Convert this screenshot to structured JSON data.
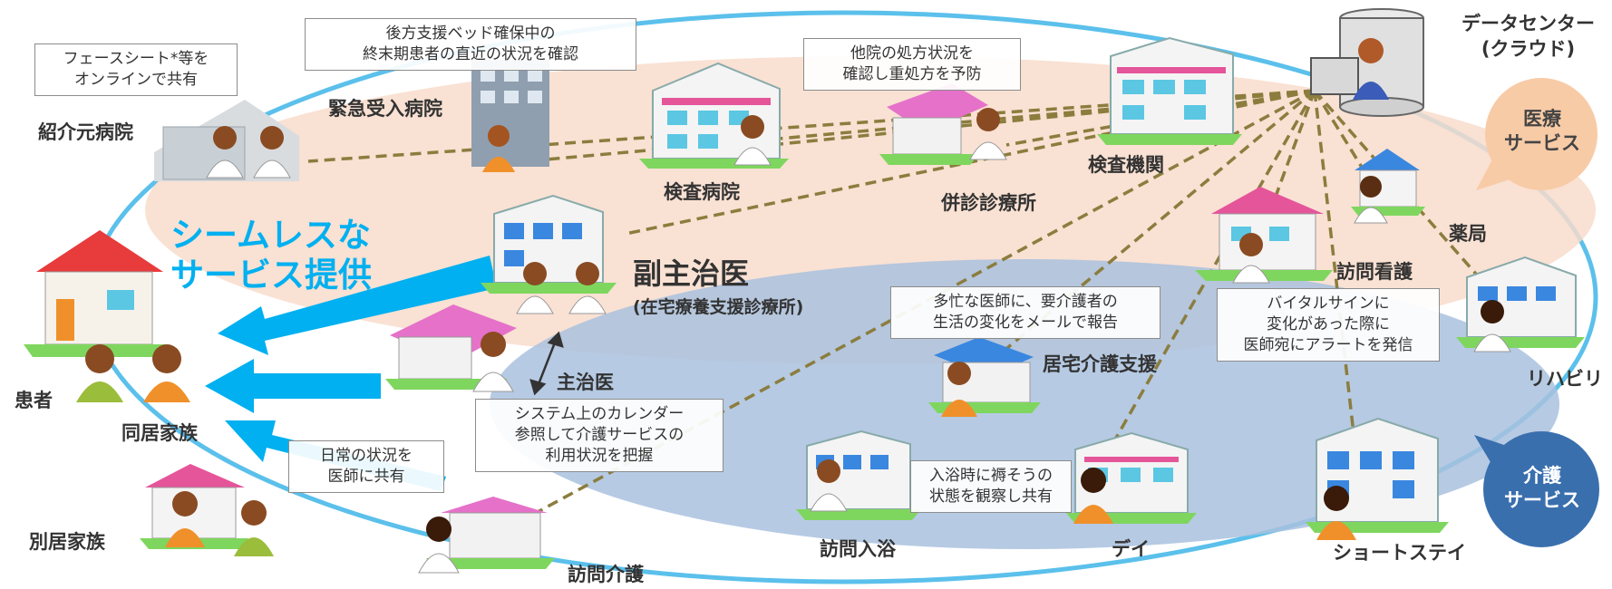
{
  "labels": {
    "referral_hospital": "紹介元病院",
    "emergency_hospital": "緊急受入病院",
    "exam_hospital": "検査病院",
    "concurrent_clinic": "併診診療所",
    "lab": "検査機関",
    "pharmacy": "薬局",
    "visiting_nursing": "訪問看護",
    "rehab": "リハビリ",
    "sub_doctor": "副主治医",
    "sub_doctor_note": "(在宅療養支援診療所)",
    "main_doctor": "主治医",
    "care_support": "居宅介護支援",
    "patient": "患者",
    "cohabiting_family": "同居家族",
    "separate_family": "別居家族",
    "home_care": "訪問介護",
    "home_bath": "訪問入浴",
    "day": "デイ",
    "short_stay": "ショートステイ"
  },
  "data_center": {
    "line1": "データセンター",
    "line2": "(クラウド)"
  },
  "seamless": {
    "line1": "シームレスな",
    "line2": "サービス提供"
  },
  "bubbles": {
    "medical": {
      "line1": "医療",
      "line2": "サービス",
      "color": "#f8cba7"
    },
    "care": {
      "line1": "介護",
      "line2": "サービス",
      "color": "#3a6fae"
    }
  },
  "notes": {
    "face_sheet": {
      "line1": "フェースシート*等を",
      "line2": "オンラインで共有"
    },
    "backup_bed": {
      "line1": "後方支援ベッド確保中の",
      "line2": "終末期患者の直近の状況を確認"
    },
    "prescription": {
      "line1": "他院の処方状況を",
      "line2": "確認し重処方を予防"
    },
    "busy_doctor": {
      "line1": "多忙な医師に、要介護者の",
      "line2": "生活の変化をメールで報告"
    },
    "vital": {
      "line1": "バイタルサインに",
      "line2": "変化があった際に",
      "line3": "医師宛にアラートを発信"
    },
    "calendar": {
      "line1": "システム上のカレンダー",
      "line2": "参照して介護サービスの",
      "line3": "利用状況を把握"
    },
    "daily": {
      "line1": "日常の状況を",
      "line2": "医師に共有"
    },
    "bathing": {
      "line1": "入浴時に褥そうの",
      "line2": "状態を観察し共有"
    }
  },
  "colors": {
    "outer_ellipse": "#5bc0eb",
    "medical_zone": "#f8dccb",
    "care_zone": "#a9c1de",
    "arrow": "#00b0f0",
    "link_line": "#8b7d3e"
  }
}
